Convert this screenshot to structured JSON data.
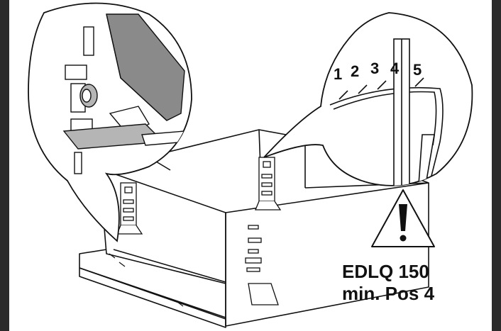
{
  "scale_labels": [
    "1",
    "2",
    "3",
    "4",
    "5"
  ],
  "warning": {
    "line1": "EDLQ 150",
    "line2": "min. Pos 4"
  },
  "colors": {
    "frame": "#2b2b2b",
    "paper": "#ffffff",
    "ink": "#111111",
    "part_gray": "#8a8a8a",
    "part_light": "#b5b5b5"
  }
}
